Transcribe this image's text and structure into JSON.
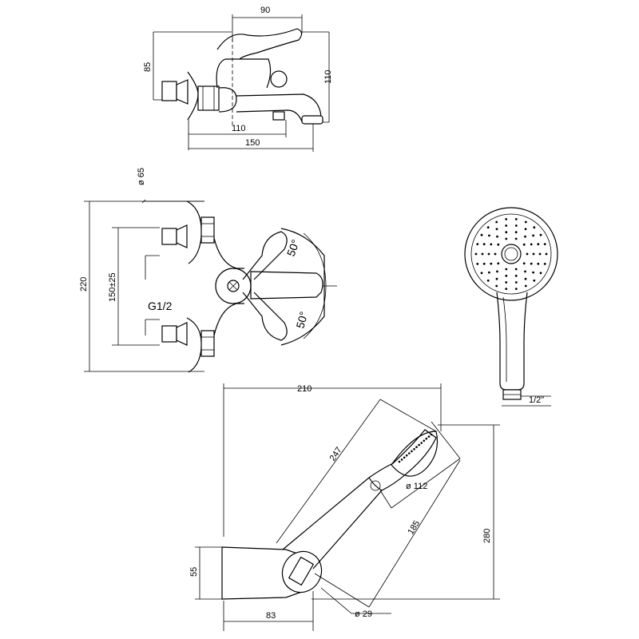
{
  "dimensions": {
    "top_width": "90",
    "top_height_left": "85",
    "top_height_right": "110",
    "top_spout_inner": "110",
    "top_spout_outer": "150",
    "diameter_flange": "ø 65",
    "overall_height": "220",
    "center_distance": "150±25",
    "thread_size": "G1/2",
    "angle_upper": "50°",
    "angle_lower": "50°",
    "hose_thread": "1/2\"",
    "holder_width": "210",
    "holder_height": "280",
    "shower_length": "247",
    "shower_diameter": "ø 112",
    "shower_reach": "185",
    "bracket_height": "55",
    "bracket_width": "83",
    "bracket_diameter": "ø 29"
  }
}
